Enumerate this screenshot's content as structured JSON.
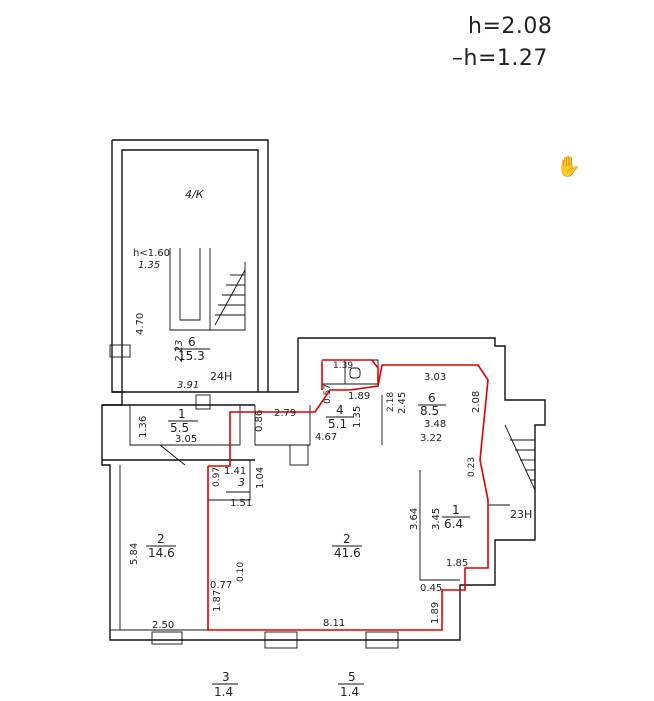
{
  "heights": {
    "h1": "h=2.08",
    "h2": "–h=1.27"
  },
  "cursor_icon": "hand-pointer-icon",
  "highlight_color": "#e00000",
  "line_color": "#111111",
  "rooms": [
    {
      "id": "r-upper-stair",
      "number": "6",
      "area": "15.3"
    },
    {
      "id": "r-1-left",
      "number": "1",
      "area": "5.5"
    },
    {
      "id": "r-4",
      "number": "4",
      "area": "5.1"
    },
    {
      "id": "r-6-right",
      "number": "6",
      "area": "8.5"
    },
    {
      "id": "r-3",
      "number": "3",
      "area": ""
    },
    {
      "id": "r-2-left",
      "number": "2",
      "area": "14.6"
    },
    {
      "id": "r-2-main",
      "number": "2",
      "area": "41.6"
    },
    {
      "id": "r-1-right",
      "number": "1",
      "area": "6.4"
    }
  ],
  "labels": {
    "top_room": "4/К",
    "h_low": "h<1.60",
    "h_low_val": "1.35",
    "stair_24": "24H",
    "stair_23": "23H",
    "m470": "4.70",
    "m223": "2.23",
    "m391": "3.91",
    "m136": "1.36",
    "m305": "3.05",
    "m086": "0.86",
    "m279": "2.79",
    "m467": "4.67",
    "m057": "0.57",
    "m139": "1.39",
    "m189": "1.89",
    "m135": "1.35",
    "m218": "2.18",
    "m245": "2.45",
    "m303": "3.03",
    "m208": "2.08",
    "m348": "3.48",
    "m322": "3.22",
    "m141": "1.41",
    "m097": "0.97",
    "m104": "1.04",
    "m151": "1.51",
    "m023": "0.23",
    "m364": "3.64",
    "m345": "3.45",
    "m185": "1.85",
    "m045": "0.45",
    "m584": "5.84",
    "m077": "0.77",
    "m010": "0.10",
    "m187": "1.87",
    "m189b": "1.89",
    "m250": "2.50",
    "m811": "8.11"
  },
  "bottom_marks": [
    {
      "num": "3",
      "den": "1.4"
    },
    {
      "num": "5",
      "den": "1.4"
    }
  ]
}
